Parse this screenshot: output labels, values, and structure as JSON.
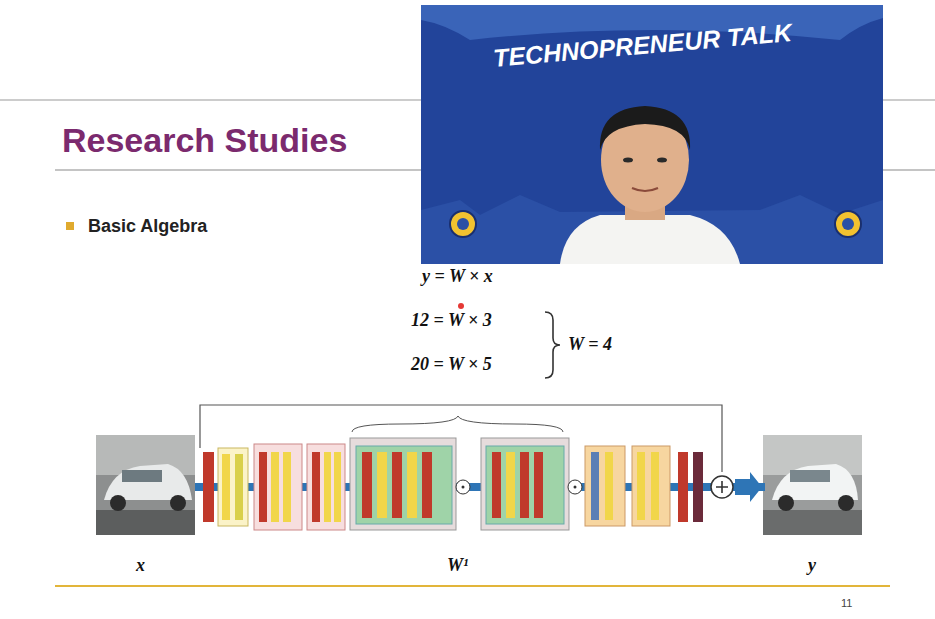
{
  "diagram": {
    "title": "Research Studies",
    "labels": [
      "Basic Algebra",
      "y = W × x",
      "12 = W × 3",
      "20 = W × 5",
      "W = 4",
      "x",
      "W¹",
      "y",
      "11",
      "TECHNOPRENEUR TALK"
    ]
  }
}
